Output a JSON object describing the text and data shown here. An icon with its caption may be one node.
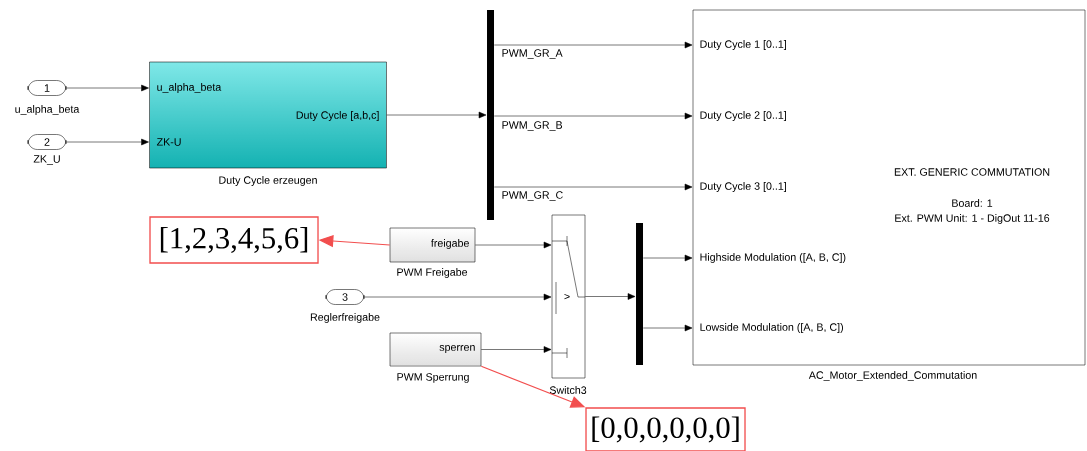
{
  "diagram": {
    "nodes": [
      {
        "text": [
          "1"
        ],
        "beside": [
          "u_alpha_beta"
        ]
      },
      {
        "text": [
          "2"
        ],
        "beside": [
          "ZK_U"
        ]
      },
      {
        "text": [
          "u_alpha_beta",
          "ZK-U",
          "Duty Cycle [a,b,c]"
        ],
        "beside": [
          "Duty Cycle erzeugen"
        ]
      },
      {
        "text": [],
        "shape": "bar"
      },
      {
        "text": [
          "Duty Cycle 1 [0..1]",
          "Duty Cycle 2 [0..1]",
          "Duty Cycle 3 [0..1]",
          "Highside Modulation ([A, B, C])",
          "Lowside Modulation ([A, B, C])",
          "EXT. GENERIC COMMUTATION",
          "Board: 1",
          "Ext. PWM Unit: 1 - DigOut 11-16"
        ],
        "beside": [
          "AC_Motor_Extended_Commutation"
        ]
      },
      {
        "text": [
          "freigabe"
        ],
        "beside": [
          "PWM Freigabe"
        ]
      },
      {
        "text": [
          "3"
        ],
        "beside": [
          "Reglerfreigabe"
        ]
      },
      {
        "text": [
          "sperren"
        ],
        "beside": [
          "PWM Sperrung"
        ]
      },
      {
        "text": [
          ">"
        ],
        "beside": [
          "Switch3"
        ]
      },
      {
        "text": [],
        "shape": "bar"
      },
      {
        "text": [
          "[1,2,3,4,5,6]"
        ]
      },
      {
        "text": [
          "[0,0,0,0,0,0]"
        ]
      }
    ],
    "edges": [
      {
        "from": 0,
        "to": 2,
        "arrow": "to"
      },
      {
        "from": 1,
        "to": 2,
        "arrow": "to"
      },
      {
        "from": 2,
        "to": 3,
        "arrow": "to"
      },
      {
        "from": 3,
        "to": 4,
        "arrow": "to",
        "label": "PWM_GR_A"
      },
      {
        "from": 3,
        "to": 4,
        "arrow": "to",
        "label": "PWM_GR_B"
      },
      {
        "from": 3,
        "to": 4,
        "arrow": "to",
        "label": "PWM_GR_C"
      },
      {
        "from": 5,
        "to": 8,
        "arrow": "to"
      },
      {
        "from": 6,
        "to": 8,
        "arrow": "to"
      },
      {
        "from": 7,
        "to": 8,
        "arrow": "to"
      },
      {
        "from": 8,
        "to": 9,
        "arrow": "to"
      },
      {
        "from": 9,
        "to": 4,
        "arrow": "to"
      },
      {
        "from": 9,
        "to": 4,
        "arrow": "to"
      },
      {
        "from": 5,
        "to": 10,
        "arrow": "to",
        "color": "#f24e4e"
      },
      {
        "from": 7,
        "to": 11,
        "arrow": "to",
        "color": "#f24e4e"
      }
    ]
  }
}
